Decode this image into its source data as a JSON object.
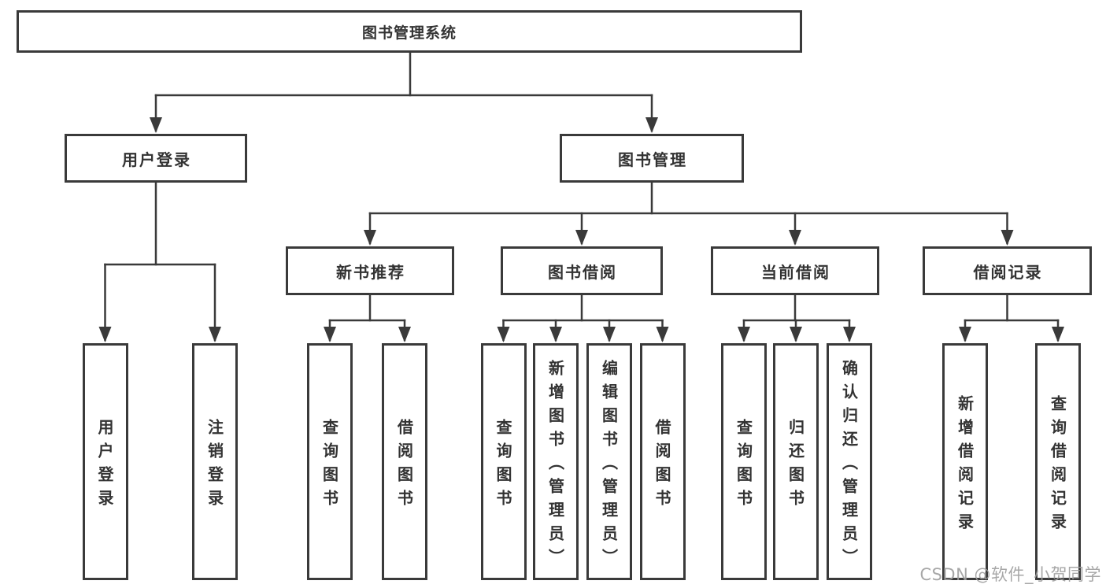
{
  "diagram_title": "图书管理系统",
  "colors": {
    "line": "#3a3a3a",
    "text": "#333333",
    "box_bg": "#ffffff",
    "watermark": "#9e9e9e"
  },
  "tree": {
    "label": "图书管理系统",
    "children": [
      {
        "label": "用户登录",
        "children": [
          {
            "label": "用户登录"
          },
          {
            "label": "注销登录"
          }
        ]
      },
      {
        "label": "图书管理",
        "children": [
          {
            "label": "新书推荐",
            "children": [
              {
                "label": "查询图书"
              },
              {
                "label": "借阅图书"
              }
            ]
          },
          {
            "label": "图书借阅",
            "children": [
              {
                "label": "查询图书"
              },
              {
                "label": "新增图书（管理员）"
              },
              {
                "label": "编辑图书（管理员）"
              },
              {
                "label": "借阅图书"
              }
            ]
          },
          {
            "label": "当前借阅",
            "children": [
              {
                "label": "查询图书"
              },
              {
                "label": "归还图书"
              },
              {
                "label": "确认归还（管理员）"
              }
            ]
          },
          {
            "label": "借阅记录",
            "children": [
              {
                "label": "新增借阅记录"
              },
              {
                "label": "查询借阅记录"
              }
            ]
          }
        ]
      }
    ]
  },
  "watermark": "CSDN @软件_小贺同学"
}
